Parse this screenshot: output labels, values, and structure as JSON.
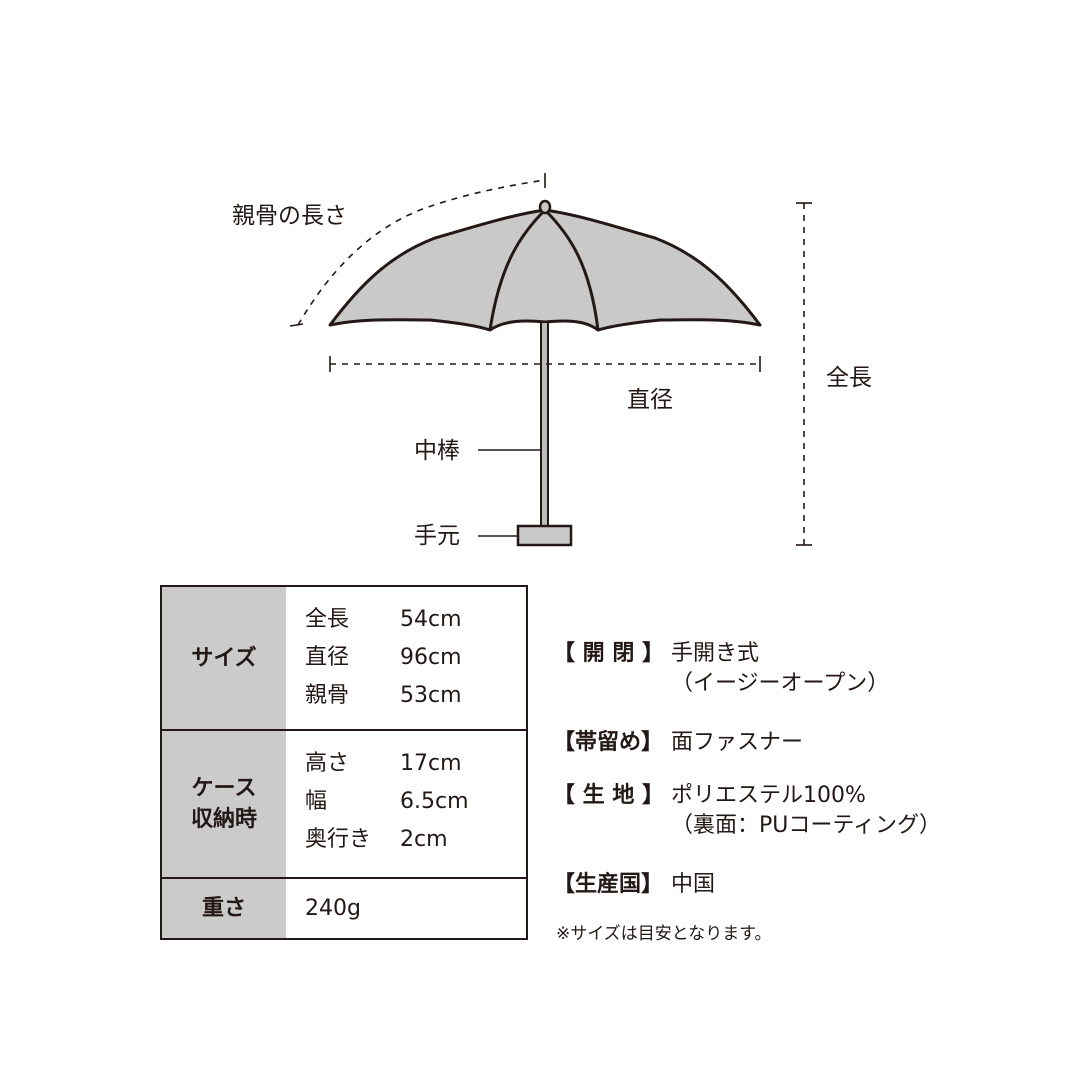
{
  "diagram": {
    "label_rib_length": "親骨の長さ",
    "label_total_length": "全長",
    "label_diameter": "直径",
    "label_shaft": "中棒",
    "label_handle": "手元",
    "colors": {
      "canopy": "#c9c9c9",
      "outline": "#231815",
      "shaft": "#bdbdbd"
    }
  },
  "spec_table": {
    "rows": [
      {
        "header": [
          "サイズ"
        ],
        "items": [
          {
            "key": "全長",
            "value": "54cm"
          },
          {
            "key": "直径",
            "value": "96cm"
          },
          {
            "key": "親骨",
            "value": "53cm"
          }
        ]
      },
      {
        "header": [
          "ケース",
          "収納時"
        ],
        "items": [
          {
            "key": "高さ",
            "value": "17cm"
          },
          {
            "key": "幅",
            "value": "6.5cm"
          },
          {
            "key": "奥行き",
            "value": "2cm"
          }
        ]
      },
      {
        "header": [
          "重さ"
        ],
        "items": [
          {
            "key": "",
            "value": "240g"
          }
        ]
      }
    ]
  },
  "info": {
    "open_close": {
      "label": "【 開 閉 】",
      "value": "手開き式",
      "sub": "（イージーオープン）"
    },
    "strap": {
      "label": "【帯留め】",
      "value": "面ファスナー"
    },
    "fabric": {
      "label": "【 生 地 】",
      "value": "ポリエステル100%",
      "sub": "（裏面：PUコーティング）"
    },
    "origin": {
      "label": "【生産国】",
      "value": "中国"
    },
    "footnote": "※サイズは目安となります。"
  }
}
